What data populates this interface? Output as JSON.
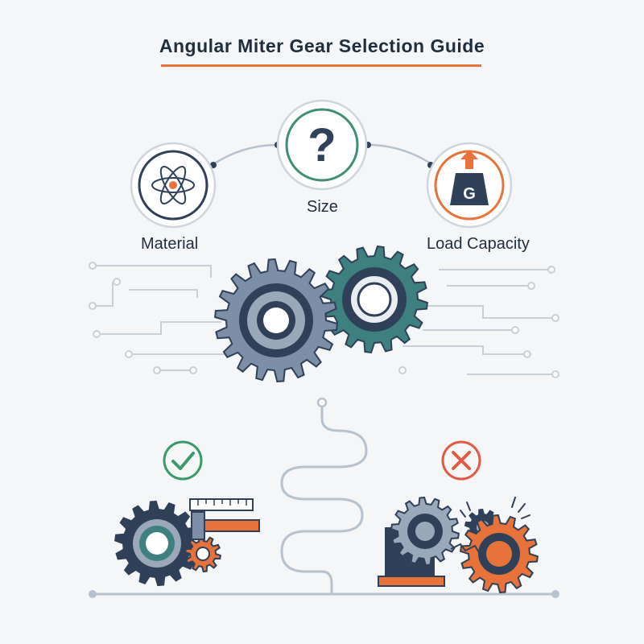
{
  "title": "Angular Miter Gear Selection Guide",
  "criteria": [
    {
      "label": "Material",
      "icon": "atom-icon"
    },
    {
      "label": "Size",
      "icon": "question-mark-icon"
    },
    {
      "label": "Load Capacity",
      "icon": "weight-icon",
      "weight_letter": "G"
    }
  ],
  "outcomes": {
    "correct": {
      "icon": "check-icon",
      "color": "#3a9a6a"
    },
    "incorrect": {
      "icon": "cross-icon",
      "color": "#e05a45"
    }
  },
  "colors": {
    "navy": "#2f4058",
    "orange": "#e8733a",
    "teal": "#3e7f80",
    "steel": "#7d8fa6",
    "title_rule": "#e8733a"
  }
}
